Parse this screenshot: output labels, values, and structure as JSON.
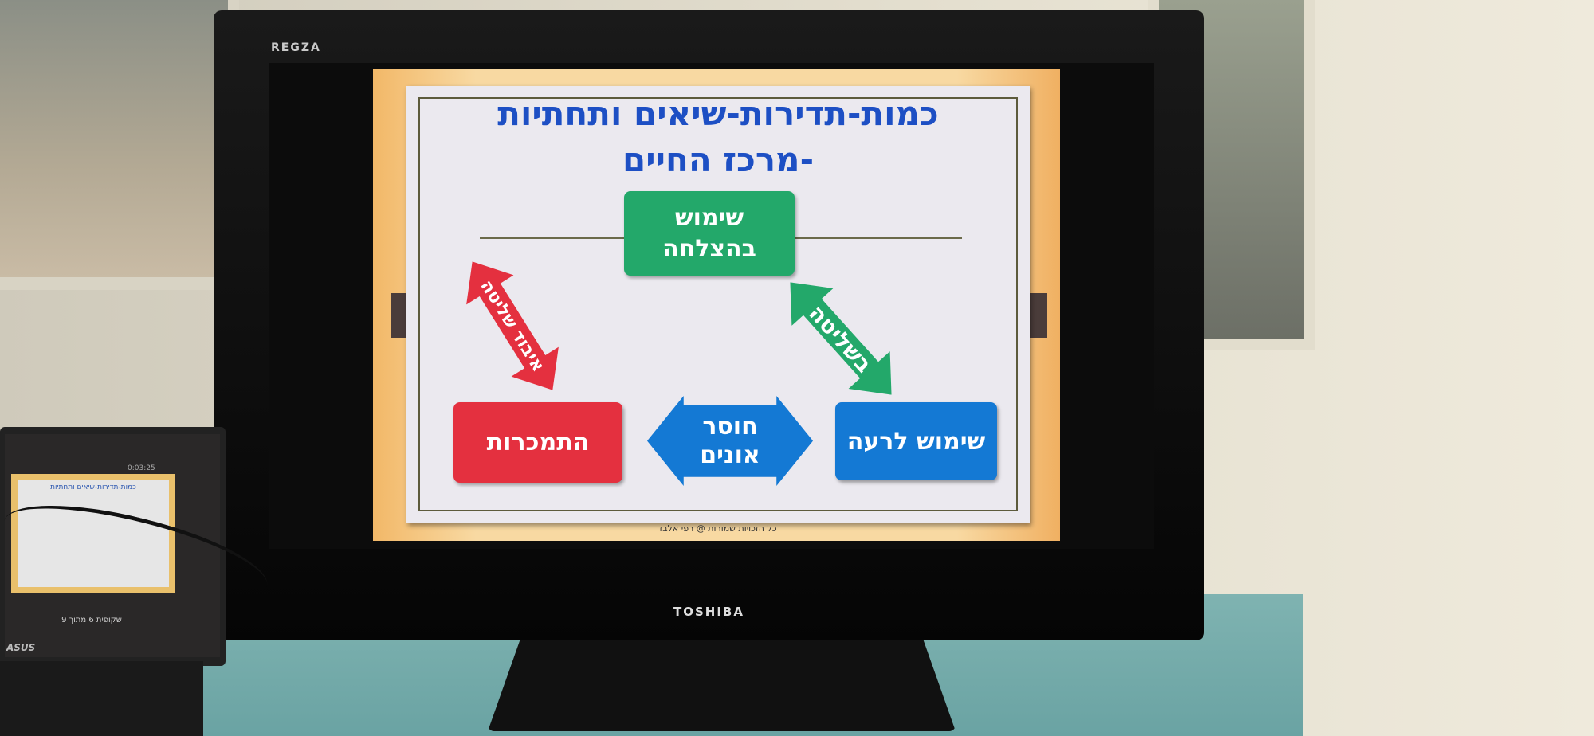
{
  "tv": {
    "brand_top": "REGZA",
    "brand_bottom": "TOSHIBA"
  },
  "slide": {
    "title_line1": "כמות-תדירות-שיאים ותחתיות",
    "title_line2": "-מרכז החיים",
    "top_box": "שימוש בהצלחה",
    "left_arrow": "איבוד שליטה",
    "right_arrow": "בשליטה",
    "bottom_left_box": "התמכרות",
    "bottom_center_arrow": "חוסר אונים",
    "bottom_right_box": "שימוש לרעה",
    "footer": "כל הזכויות שמורות @ רפי אלבז"
  },
  "laptop": {
    "brand": "ASUS",
    "slide_counter": "שקופית 6 מתוך 9",
    "timer": "0:03:25"
  },
  "colors": {
    "title": "#1d4fc4",
    "green": "#23a86a",
    "red": "#e4303f",
    "blue": "#1479d4",
    "slide_border": "#f8d9a2"
  }
}
